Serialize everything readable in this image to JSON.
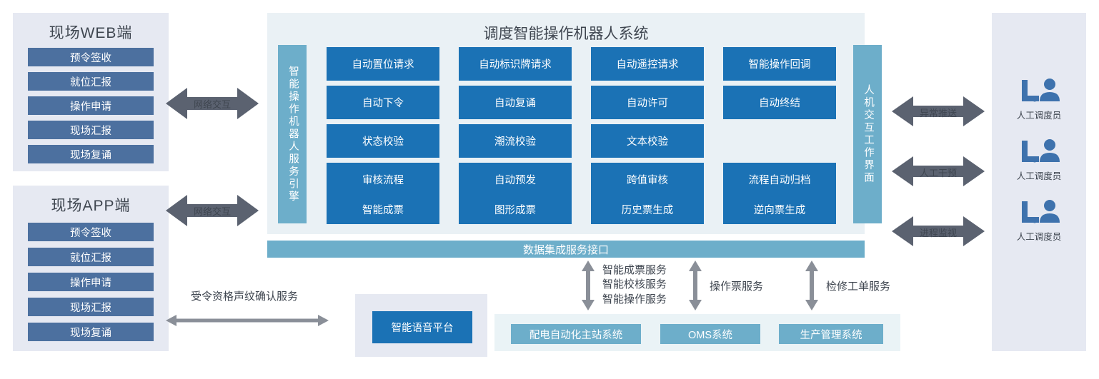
{
  "left_panels": [
    {
      "title": "现场WEB端",
      "items": [
        "预令签收",
        "就位汇报",
        "操作申请",
        "现场汇报",
        "现场复诵"
      ]
    },
    {
      "title": "现场APP端",
      "items": [
        "预令签收",
        "就位汇报",
        "操作申请",
        "现场汇报",
        "现场复诵"
      ]
    }
  ],
  "network_arrows": [
    {
      "label": "网络交互"
    },
    {
      "label": "网络交互"
    }
  ],
  "center": {
    "title": "调度智能操作机器人系统",
    "engine_label": "智能操作机器人服务引擎",
    "interface_label": "人机交互工作界面",
    "grid_rows": [
      [
        "自动置位请求",
        "自动标识牌请求",
        "自动遥控请求",
        "智能操作回调"
      ],
      [
        "自动下令",
        "自动复诵",
        "自动许可",
        "自动终结"
      ],
      [
        "状态校验",
        "潮流校验",
        "文本校验",
        ""
      ],
      [
        "审核流程",
        "自动预发",
        "跨值审核",
        "流程自动归档"
      ],
      [
        "智能成票",
        "图形成票",
        "历史票生成",
        "逆向票生成"
      ]
    ]
  },
  "data_bar": {
    "label": "数据集成服务接口"
  },
  "right_panel": {
    "arrows": [
      {
        "label": "异常推送"
      },
      {
        "label": "人工干预"
      },
      {
        "label": "进程监视"
      }
    ],
    "dispatchers": [
      {
        "icon": "dispatcher-icon",
        "label": "人工调度员"
      },
      {
        "icon": "dispatcher-icon",
        "label": "人工调度员"
      },
      {
        "icon": "dispatcher-icon",
        "label": "人工调度员"
      }
    ]
  },
  "service_links": [
    {
      "label": "智能成票服务\n智能校核服务\n智能操作服务"
    },
    {
      "label": "操作票服务"
    },
    {
      "label": "检修工单服务"
    }
  ],
  "external_systems": [
    "配电自动化主站系统",
    "OMS系统",
    "生产管理系统"
  ],
  "voice": {
    "arrow_label": "受令资格声纹确认服务",
    "box_label": "智能语音平台"
  },
  "colors": {
    "primary_blue": "#1B72B5",
    "slate_blue": "#4C709F",
    "teal": "#6DAECA",
    "panel_bg": "#E6E9F2",
    "center_bg": "#EAF1F5",
    "ext_bg": "#EAF3F6",
    "arrow_gray": "#5B6270",
    "icon_blue": "#3E72AD"
  }
}
